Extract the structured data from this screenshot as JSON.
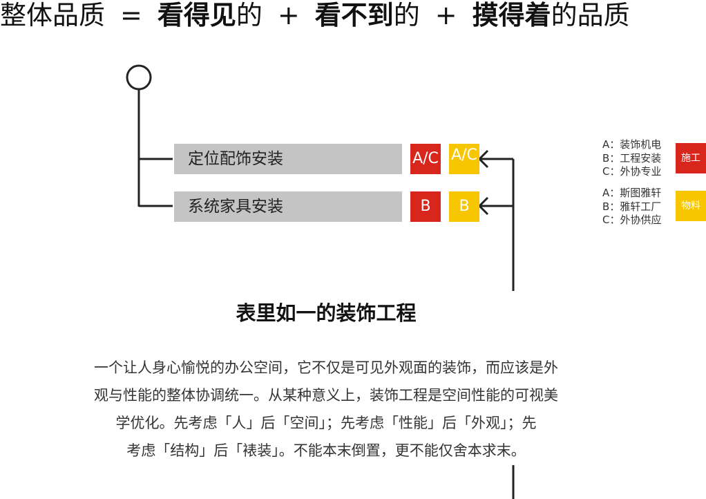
{
  "headline": {
    "part1": "整体品质",
    "op_eq": "=",
    "part2_bold": "看得见",
    "part2_suffix": "的",
    "op_plus1": "+",
    "part3_bold": "看不到",
    "part3_suffix": "的",
    "op_plus2": "+",
    "part4_bold": "摸得着",
    "part4_suffix": "的品质"
  },
  "rows": [
    {
      "label": "定位配饰安装",
      "tag_red": "A/C",
      "tag_yellow": "A/C"
    },
    {
      "label": "系统家具安装",
      "tag_red": "B",
      "tag_yellow": "B"
    }
  ],
  "legend": {
    "construction": {
      "lines": [
        "A：装饰机电",
        "B：工程安装",
        "C：外协专业"
      ],
      "tag": "施工"
    },
    "materials": {
      "lines": [
        "A：斯图雅轩",
        "B：雅轩工厂",
        "C：外协供应"
      ],
      "tag": "物料"
    }
  },
  "colors": {
    "red": "#d9261c",
    "yellow": "#f7c600",
    "bar_gray": "#c4c4c4"
  },
  "subtitle": "表里如一的装饰工程",
  "paragraph": [
    "一个让人身心愉悦的办公空间，它不仅是可见外观面的装饰，而应该是外",
    "观与性能的整体协调统一。从某种意义上，装饰工程是空间性能的可视美",
    "学优化。先考虑「人」后「空间」；先考虑「性能」后「外观」；先",
    "考虑「结构」后「裱装」。不能本末倒置，更不能仅舍本求末。"
  ]
}
